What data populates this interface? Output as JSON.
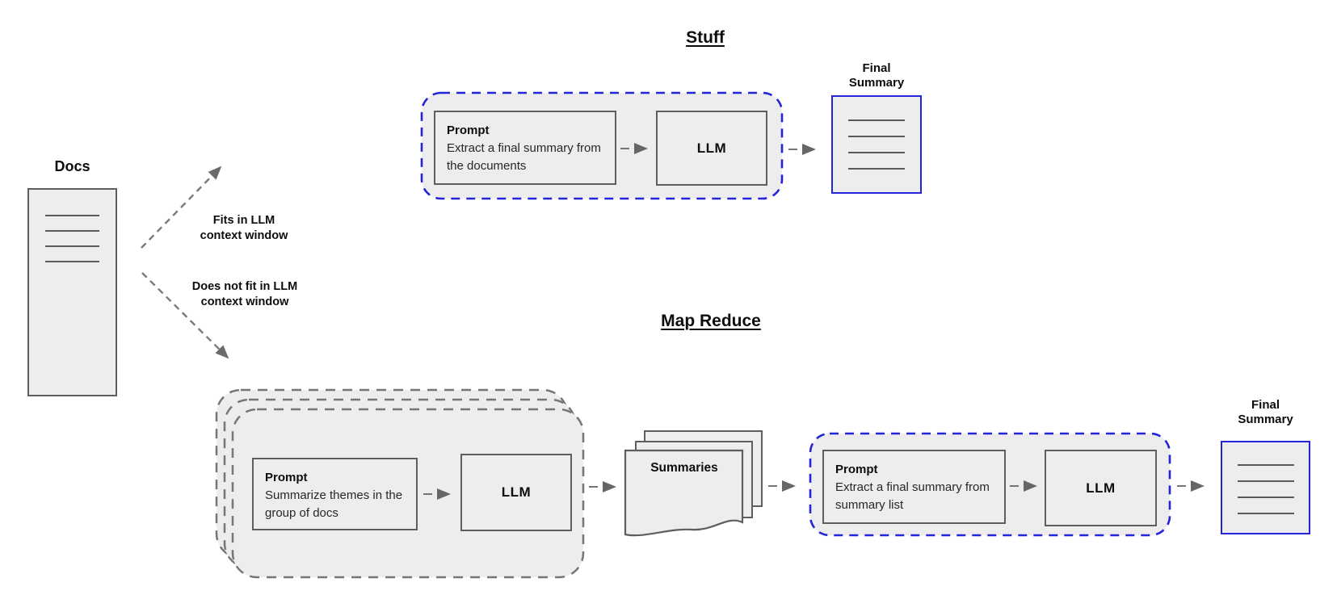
{
  "colors": {
    "background": "#ffffff",
    "box_fill": "#ededed",
    "box_border": "#5e5e5e",
    "dashed_gray": "#757575",
    "accent_blue": "#2424d9",
    "text": "#0d0d0d"
  },
  "docs": {
    "label": "Docs"
  },
  "branch_fits": {
    "line1": "Fits in LLM",
    "line2": "context window"
  },
  "branch_no_fit": {
    "line1": "Does not fit in LLM",
    "line2": "context window"
  },
  "stuff": {
    "title": "Stuff",
    "prompt_heading": "Prompt",
    "prompt_body": "Extract a final summary from the documents",
    "llm": "LLM",
    "final_line1": "Final",
    "final_line2": "Summary"
  },
  "map_reduce": {
    "title": "Map Reduce",
    "map_prompt_heading": "Prompt",
    "map_prompt_body": "Summarize themes in the group of docs",
    "map_llm": "LLM",
    "summaries": "Summaries",
    "reduce_prompt_heading": "Prompt",
    "reduce_prompt_body": "Extract a final summary from summary list",
    "reduce_llm": "LLM",
    "final_line1": "Final",
    "final_line2": "Summary"
  }
}
